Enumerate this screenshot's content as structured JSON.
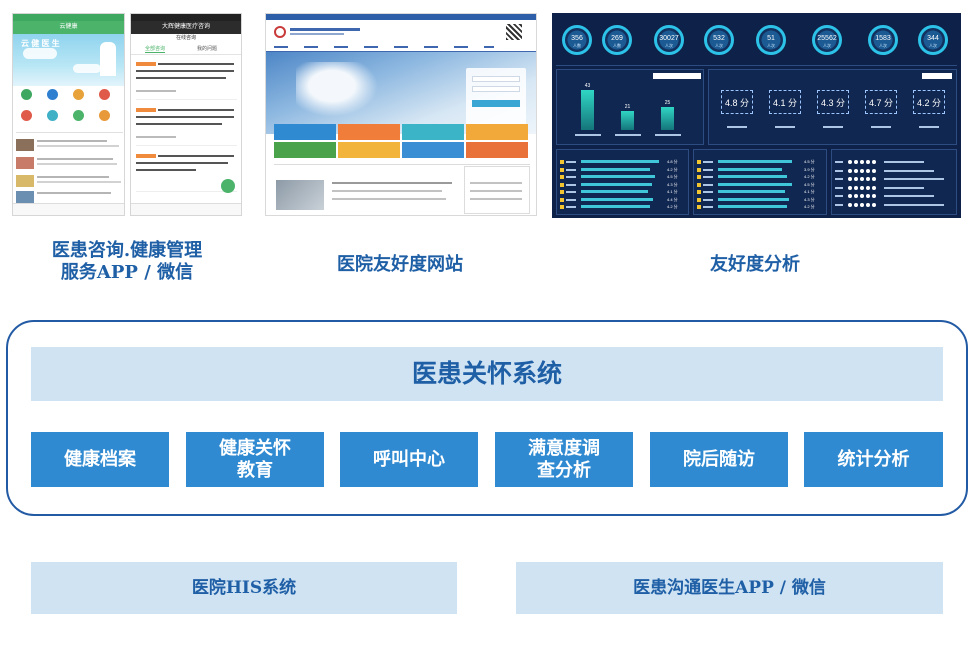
{
  "screens": {
    "patient_app": {
      "title": "云健康",
      "banner_text": "云 健 医 生",
      "caption": "医患咨询.健康管理\n服务APP / 微信"
    },
    "doctor_app": {
      "title": "大辉健康医疗咨询",
      "subtitle": "在线咨询",
      "tabs": [
        "全部咨询",
        "我的问题"
      ]
    },
    "website": {
      "caption": "医院友好度网站"
    },
    "dashboard": {
      "caption": "友好度分析",
      "kpis": [
        {
          "value": "356",
          "label": "人数"
        },
        {
          "value": "269",
          "label": "人数"
        },
        {
          "value": "30027",
          "label": "人次"
        },
        {
          "value": "532",
          "label": "人次"
        },
        {
          "value": "51",
          "label": "人次"
        },
        {
          "value": "25562",
          "label": "人次"
        },
        {
          "value": "1583",
          "label": "人次"
        },
        {
          "value": "344",
          "label": "人次"
        }
      ],
      "bars": [
        {
          "value": 43
        },
        {
          "value": 21
        },
        {
          "value": 25
        }
      ],
      "scores": [
        "4.8 分",
        "4.1 分",
        "4.3 分",
        "4.7 分",
        "4.2 分"
      ],
      "rows": [
        {
          "value": "4.8 分",
          "pct": 0.95
        },
        {
          "value": "4.2 分",
          "pct": 0.84
        },
        {
          "value": "4.5 分",
          "pct": 0.9
        },
        {
          "value": "4.3 分",
          "pct": 0.86
        },
        {
          "value": "4.1 分",
          "pct": 0.82
        },
        {
          "value": "4.4 分",
          "pct": 0.88
        },
        {
          "value": "4.2 分",
          "pct": 0.84
        }
      ],
      "rows2": [
        {
          "value": "4.5 分",
          "pct": 0.9
        },
        {
          "value": "3.9 分",
          "pct": 0.78
        },
        {
          "value": "4.2 分",
          "pct": 0.84
        },
        {
          "value": "4.5 分",
          "pct": 0.9
        },
        {
          "value": "4.1 分",
          "pct": 0.82
        },
        {
          "value": "4.3 分",
          "pct": 0.86
        },
        {
          "value": "4.2 分",
          "pct": 0.84
        }
      ]
    }
  },
  "system": {
    "title": "医患关怀系统",
    "modules": [
      "健康档案",
      "健康关怀\n教育",
      "呼叫中心",
      "满意度调\n查分析",
      "院后随访",
      "统计分析"
    ]
  },
  "bottom": {
    "left": "医院HIS系统",
    "right": "医患沟通医生APP / 微信"
  },
  "colors": {
    "primary": "#1f5fa6",
    "module": "#2f8ad1",
    "light": "#cfe3f3",
    "frame": "#225aa4"
  }
}
